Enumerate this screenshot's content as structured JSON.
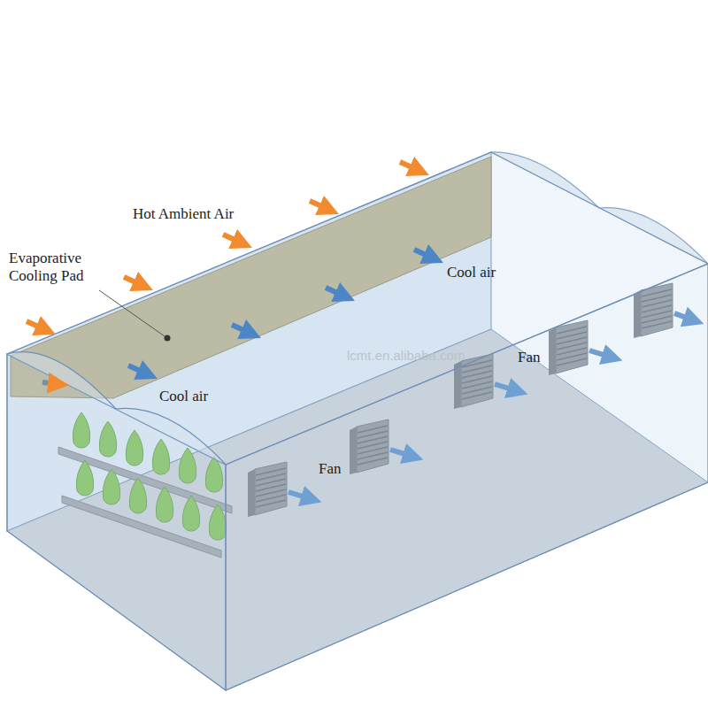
{
  "diagram": {
    "labels": [
      "Hot Ambient Air",
      "Evaporative Cooling Pad",
      "Cool air",
      "Cool air",
      "Fan",
      "Fan",
      "lcmt.en.alibaba.com"
    ]
  }
}
